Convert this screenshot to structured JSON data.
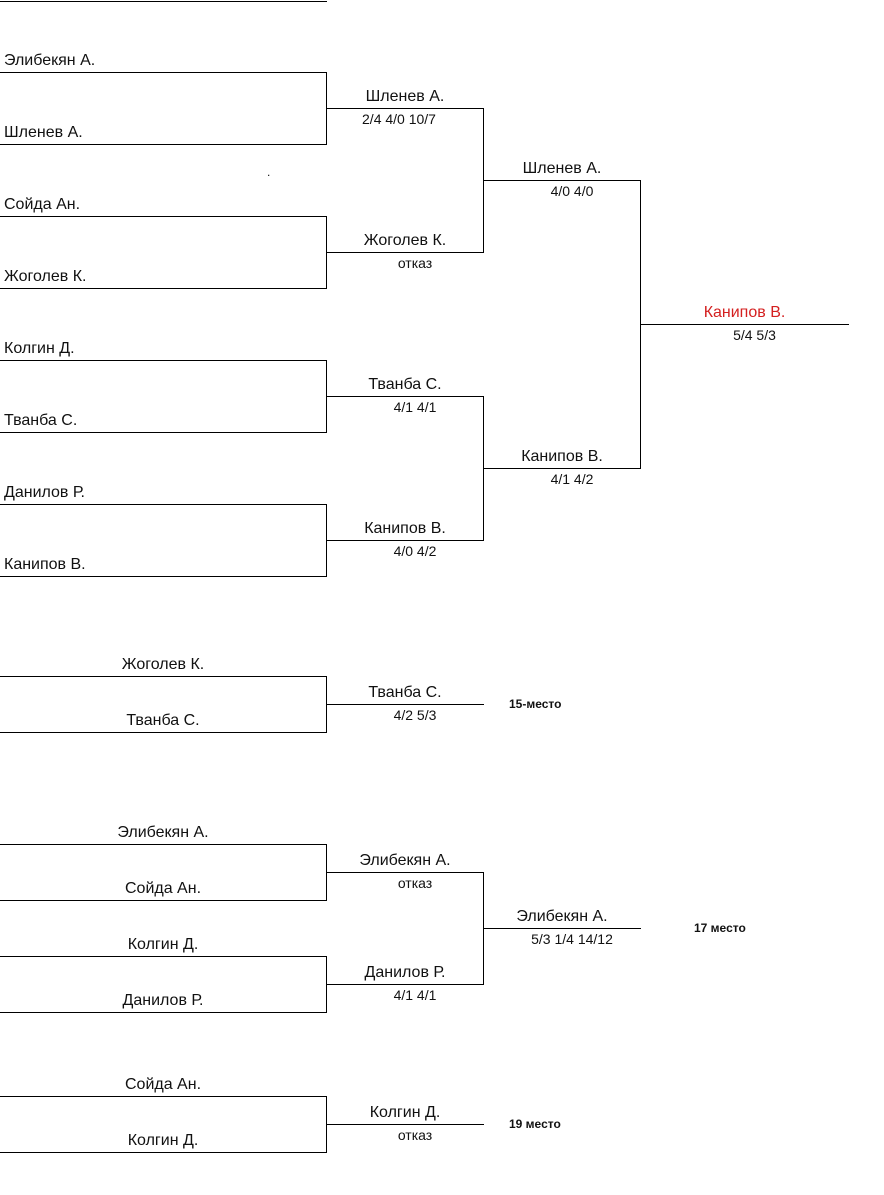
{
  "main_bracket": {
    "round1": [
      "Элибекян А.",
      "Шленев А.",
      "Сойда Ан.",
      "Жоголев К.",
      "Колгин Д.",
      "Тванба С.",
      "Данилов Р.",
      "Канипов В."
    ],
    "round2": [
      {
        "winner": "Шленев А.",
        "score": "2/4 4/0 10/7"
      },
      {
        "winner": "Жоголев К.",
        "score": "отказ"
      },
      {
        "winner": "Тванба С.",
        "score": "4/1 4/1"
      },
      {
        "winner": "Канипов В.",
        "score": "4/0 4/2"
      }
    ],
    "round3": [
      {
        "winner": "Шленев А.",
        "score": "4/0 4/0"
      },
      {
        "winner": "Канипов В.",
        "score": "4/1 4/2"
      }
    ],
    "final": {
      "winner": "Канипов В.",
      "score": "5/4 5/3",
      "color": "#d42020"
    },
    "dot": "."
  },
  "place15": {
    "players": [
      "Жоголев К.",
      "Тванба С."
    ],
    "winner": "Тванба С.",
    "score": "4/2 5/3",
    "label": "15-место"
  },
  "place17": {
    "players": [
      "Элибекян А.",
      "Сойда Ан.",
      "Колгин Д.",
      "Данилов Р."
    ],
    "semis": [
      {
        "winner": "Элибекян А.",
        "score": "отказ"
      },
      {
        "winner": "Данилов Р.",
        "score": "4/1 4/1"
      }
    ],
    "final": {
      "winner": "Элибекян А.",
      "score": "5/3 1/4 14/12"
    },
    "label": "17 место"
  },
  "place19": {
    "players": [
      "Сойда Ан.",
      "Колгин Д."
    ],
    "winner": "Колгин Д.",
    "score": "отказ",
    "label": "19 место"
  }
}
